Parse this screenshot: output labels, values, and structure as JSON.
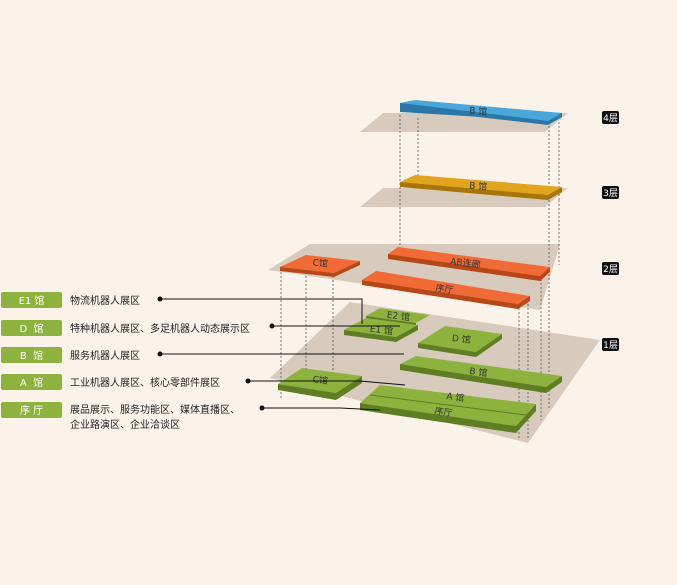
{
  "colors": {
    "background": "#fbf3ea",
    "floor_slab": "#d8cbbe",
    "green": "#8db33e",
    "green_dark": "#5f7d22",
    "orange": "#f26a35",
    "orange_dark": "#b84718",
    "gold": "#e2a41f",
    "gold_dark": "#a87508",
    "blue": "#4aa7da",
    "blue_dark": "#2a77a8",
    "tag_bg": "#111111",
    "legend_tag": "#8db33e"
  },
  "floors": {
    "f4": "4层",
    "f3": "3层",
    "f2": "2层",
    "f1": "1层"
  },
  "halls": {
    "f4_b": "B 馆",
    "f3_b": "B 馆",
    "f2_c": "C馆",
    "f2_ab": "AB连廊",
    "f2_lobby": "序厅",
    "f1_e2": "E2 馆",
    "f1_e1": "E1 馆",
    "f1_d": "D 馆",
    "f1_b": "B 馆",
    "f1_c": "C馆",
    "f1_a": "A 馆",
    "f1_lobby": "序厅"
  },
  "legend": [
    {
      "tag": "E1 馆",
      "text": "物流机器人展区"
    },
    {
      "tag": "D  馆",
      "text": "特种机器人展区、多足机器人动态展示区"
    },
    {
      "tag": "B  馆",
      "text": "服务机器人展区"
    },
    {
      "tag": "A  馆",
      "text": "工业机器人展区、核心零部件展区"
    },
    {
      "tag": "序 厅",
      "text": "展品展示、服务功能区、媒体直播区、",
      "text2": "企业路演区、企业洽谈区"
    }
  ]
}
